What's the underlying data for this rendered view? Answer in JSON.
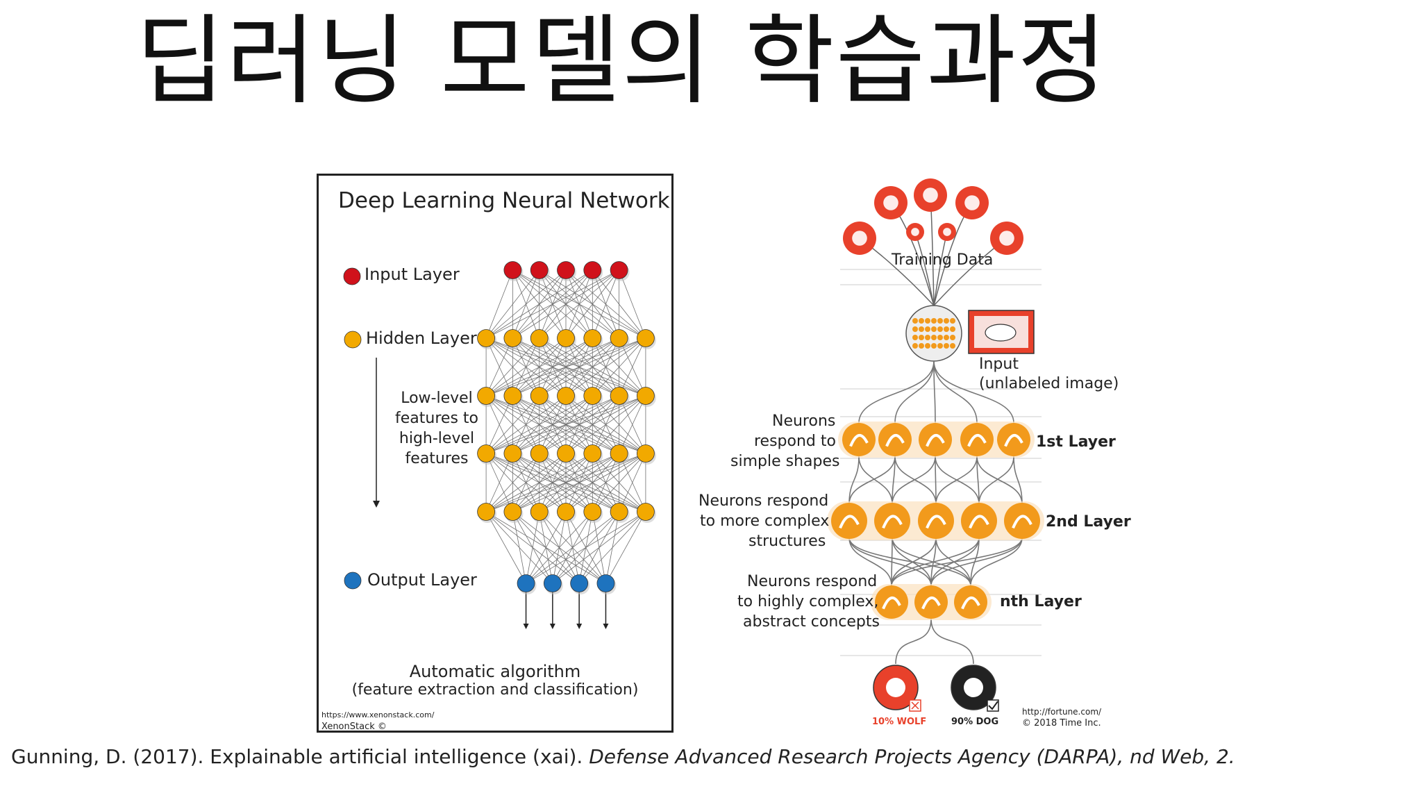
{
  "slide": {
    "title": "딥러닝 모델의 학습과정"
  },
  "left_diagram": {
    "title": "Deep Learning Neural Network",
    "legend": {
      "input": "Input Layer",
      "hidden": "Hidden Layer",
      "output": "Output Layer"
    },
    "hidden_note": "Low-level features to high-level features",
    "caption_line1": "Automatic algorithm",
    "caption_line2": "(feature extraction and classification)",
    "source_url": "https://www.xenonstack.com/",
    "source_name": "XenonStack ©",
    "layers": [
      5,
      7,
      7,
      7,
      7,
      4
    ],
    "colors": {
      "input": "#d0121b",
      "hidden": "#f2a900",
      "output": "#1e73be"
    }
  },
  "right_diagram": {
    "training_label": "Training Data",
    "input_label_1": "Input",
    "input_label_2": "(unlabeled image)",
    "layer1_desc": [
      "Neurons",
      "respond to",
      "simple shapes"
    ],
    "layer1_name": "1st Layer",
    "layer2_desc": [
      "Neurons respond",
      "to more complex",
      "structures"
    ],
    "layer2_name": "2nd Layer",
    "layern_desc": [
      "Neurons respond",
      "to highly complex,",
      "abstract concepts"
    ],
    "layern_name": "nth Layer",
    "result_wolf": "10% WOLF",
    "result_dog": "90% DOG",
    "source_url": "http://fortune.com/",
    "source_copy": "© 2018 Time Inc.",
    "colors": {
      "red": "#e8412b",
      "orange": "#f29a1c",
      "dark": "#222222"
    }
  },
  "citation": {
    "plain": "Gunning, D. (2017). Explainable artificial intelligence (xai). ",
    "italic": "Defense Advanced Research Projects Agency (DARPA), nd Web, 2."
  }
}
